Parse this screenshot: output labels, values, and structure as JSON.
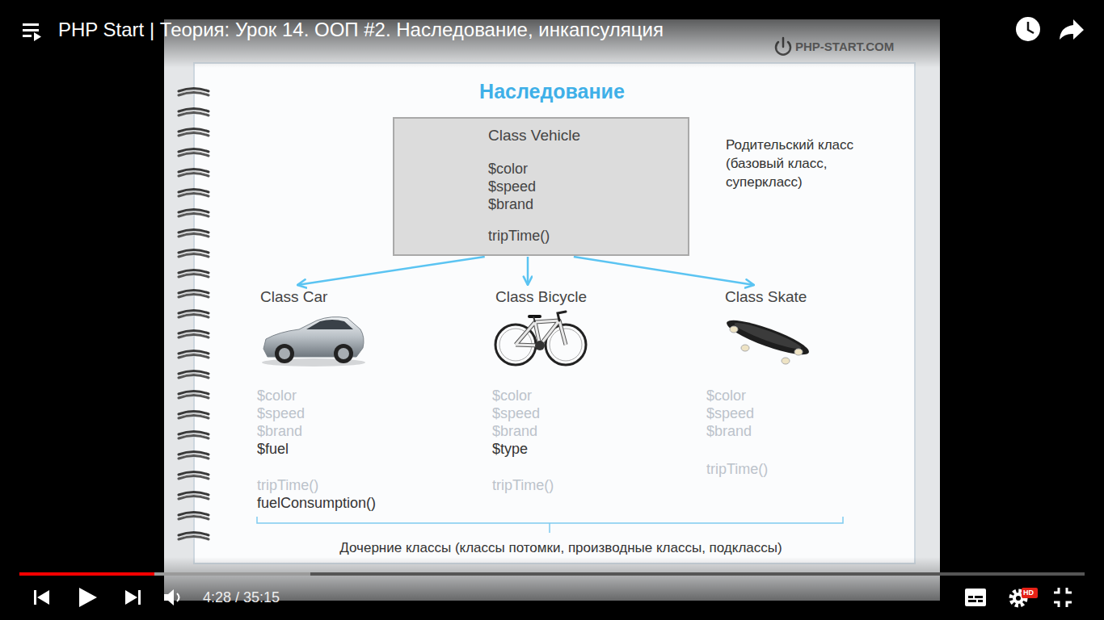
{
  "diagram": {
    "title": "Наследование",
    "nodes": [
      {
        "text": [
          "Class Vehicle",
          "$color $speed $brand",
          "tripTime()"
        ]
      },
      {
        "text": [
          "Class Car",
          "$color $speed $brand",
          "$fuel",
          "tripTime()",
          "fuelConsumption()"
        ]
      },
      {
        "text": [
          "Class Bicycle",
          "$color $speed $brand",
          "$type",
          "tripTime()"
        ]
      },
      {
        "text": [
          "Class Skate",
          "$color $speed $brand",
          "tripTime()"
        ]
      }
    ],
    "edges": [
      {
        "from": 0,
        "to": 1,
        "arrow": "to"
      },
      {
        "from": 0,
        "to": 2,
        "arrow": "to"
      },
      {
        "from": 0,
        "to": 3,
        "arrow": "to"
      }
    ],
    "labels": [
      "PHP Start | Теория: Урок 14. ООП #2. Наследование, инкапсуляция",
      "PHP-START.COM",
      "Родительский класс (базовый класс, суперкласс)",
      "Дочерние классы (классы потомки, производные классы, подклассы)",
      "4:28 / 35:15",
      "HD"
    ]
  }
}
